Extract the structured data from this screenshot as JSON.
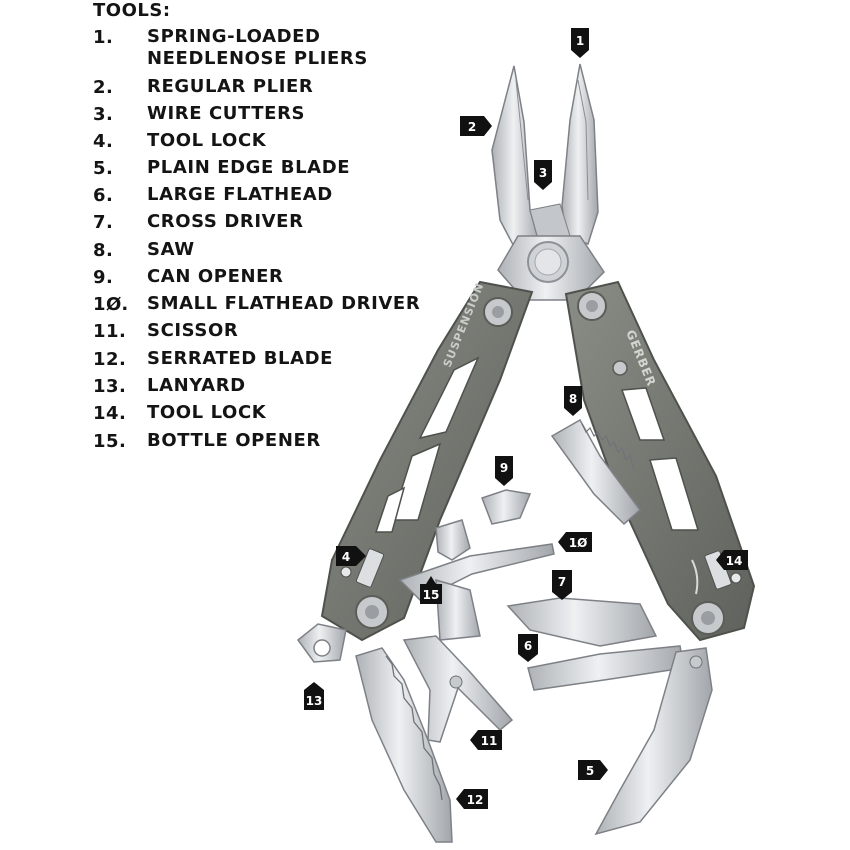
{
  "heading": "TOOLS:",
  "items": [
    {
      "num": "1.",
      "label": "SPRING-LOADED NEEDLENOSE PLIERS"
    },
    {
      "num": "2.",
      "label": "REGULAR PLIER"
    },
    {
      "num": "3.",
      "label": "WIRE CUTTERS"
    },
    {
      "num": "4.",
      "label": "TOOL LOCK"
    },
    {
      "num": "5.",
      "label": "PLAIN EDGE BLADE"
    },
    {
      "num": "6.",
      "label": "LARGE FLATHEAD"
    },
    {
      "num": "7.",
      "label": "CROSS DRIVER"
    },
    {
      "num": "8.",
      "label": "SAW"
    },
    {
      "num": "9.",
      "label": "CAN OPENER"
    },
    {
      "num": "1Ø.",
      "label": "SMALL FLATHEAD DRIVER"
    },
    {
      "num": "11.",
      "label": "SCISSOR"
    },
    {
      "num": "12.",
      "label": "SERRATED BLADE"
    },
    {
      "num": "13.",
      "label": "LANYARD"
    },
    {
      "num": "14.",
      "label": "TOOL LOCK"
    },
    {
      "num": "15.",
      "label": "BOTTLE OPENER"
    }
  ],
  "handle_text": {
    "left": "SUSPENSION",
    "right": "GERBER"
  },
  "callouts": [
    "1",
    "2",
    "3",
    "4",
    "5",
    "6",
    "7",
    "8",
    "9",
    "1Ø",
    "11",
    "12",
    "13",
    "14",
    "15"
  ],
  "colors": {
    "handle": "#7a7d77",
    "handle_dark": "#5c5f5a",
    "steel": "#d6d9dc",
    "steel_edge": "#8d9196",
    "callout": "#111111"
  }
}
